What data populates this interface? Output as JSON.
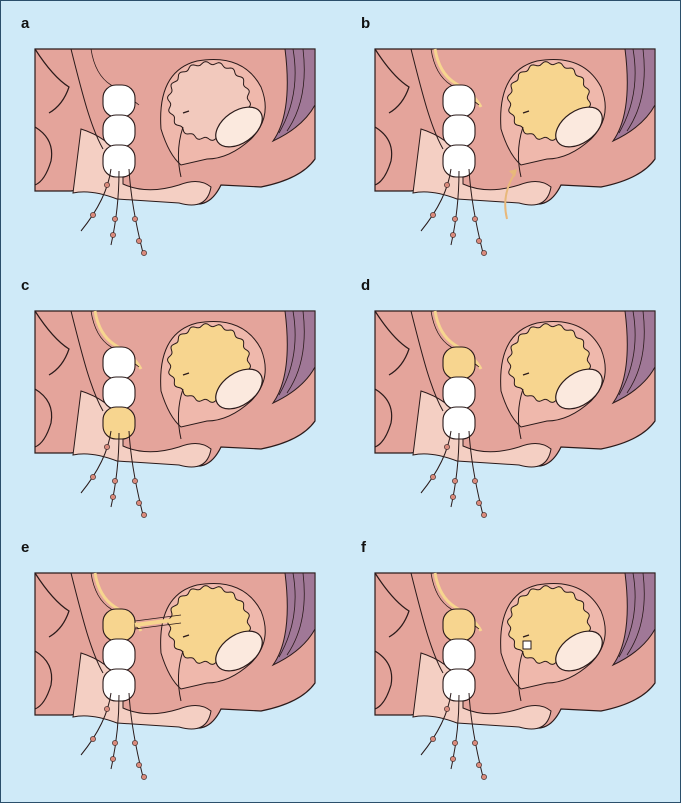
{
  "colors": {
    "background": "#cfeaf8",
    "tissue_dark": "#e4a49b",
    "tissue_mid": "#efb8ac",
    "tissue_light": "#f4cfc3",
    "muscle": "#a07897",
    "fluid": "#f7d58f",
    "white": "#ffffff",
    "suture_bead": "#d98a7c",
    "outline": "#2a1a1a"
  },
  "panels": [
    {
      "label": "a",
      "bladder_fill": "#f2c9bd",
      "uterus_fill": "#f7d58f",
      "catheter": false,
      "arrow": false,
      "fluid_in_cyst": "none",
      "connector": "none",
      "clip": false
    },
    {
      "label": "b",
      "bladder_fill": "#f7d58f",
      "uterus_fill": "#f7d58f",
      "catheter": true,
      "arrow": true,
      "fluid_in_cyst": "none",
      "connector": "none",
      "clip": false
    },
    {
      "label": "c",
      "bladder_fill": "#f7d58f",
      "uterus_fill": "#f7d58f",
      "catheter": true,
      "arrow": false,
      "fluid_in_cyst": "bottom",
      "connector": "none",
      "clip": false
    },
    {
      "label": "d",
      "bladder_fill": "#f7d58f",
      "uterus_fill": "#f7d58f",
      "catheter": true,
      "arrow": false,
      "fluid_in_cyst": "top",
      "connector": "none",
      "clip": false
    },
    {
      "label": "e",
      "bladder_fill": "#f7d58f",
      "uterus_fill": "#f7d58f",
      "catheter": true,
      "arrow": false,
      "fluid_in_cyst": "top",
      "connector": "bridge",
      "clip": false
    },
    {
      "label": "f",
      "bladder_fill": "#f7d58f",
      "uterus_fill": "#f7d58f",
      "catheter": true,
      "arrow": false,
      "fluid_in_cyst": "top",
      "connector": "none",
      "clip": true
    }
  ]
}
